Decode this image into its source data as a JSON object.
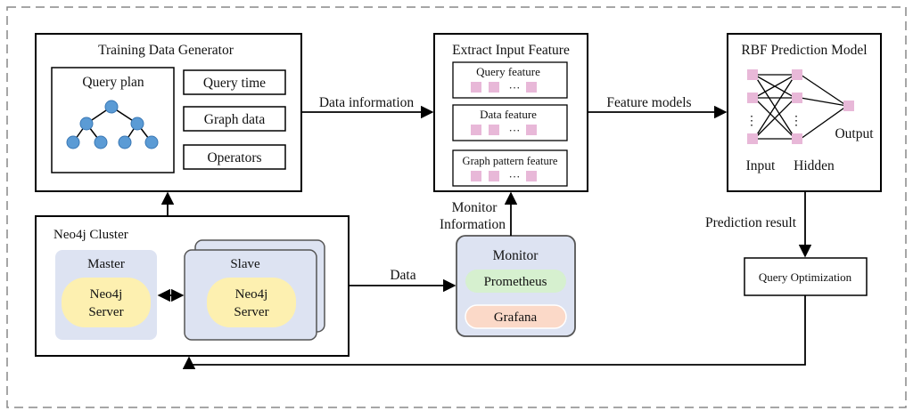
{
  "diagram": {
    "training_generator": {
      "title": "Training Data Generator",
      "query_plan": "Query plan",
      "query_time": "Query time",
      "graph_data": "Graph data",
      "operators": "Operators"
    },
    "extract_feature": {
      "title": "Extract Input Feature",
      "query_feature": "Query  feature",
      "data_feature": "Data feature",
      "graph_pattern_feature": "Graph pattern feature",
      "ellipsis": "···"
    },
    "rbf_model": {
      "title": "RBF Prediction Model",
      "input": "Input",
      "hidden": "Hidden",
      "output": "Output",
      "vdots": "⋮"
    },
    "neo4j_cluster": {
      "title": "Neo4j Cluster",
      "master": "Master",
      "slave": "Slave",
      "master_server_line1": "Neo4j",
      "master_server_line2": "Server",
      "slave_server_line1": "Neo4j",
      "slave_server_line2": "Server"
    },
    "monitor": {
      "title": "Monitor",
      "prometheus": "Prometheus",
      "grafana": "Grafana"
    },
    "query_optimization": "Query Optimization",
    "edges": {
      "data_information": "Data information",
      "feature_models": "Feature models",
      "monitor_information_line1": "Monitor",
      "monitor_information_line2": "Information",
      "data": "Data",
      "prediction_result": "Prediction result"
    },
    "colors": {
      "tree_node": "#5b9bd5",
      "feature_cell": "#e8b8d8",
      "panel_blue": "#dde3f2",
      "server_yellow": "#fdf0b0",
      "prometheus_green": "#d6f0cf",
      "grafana_orange": "#fbd9c8"
    }
  }
}
